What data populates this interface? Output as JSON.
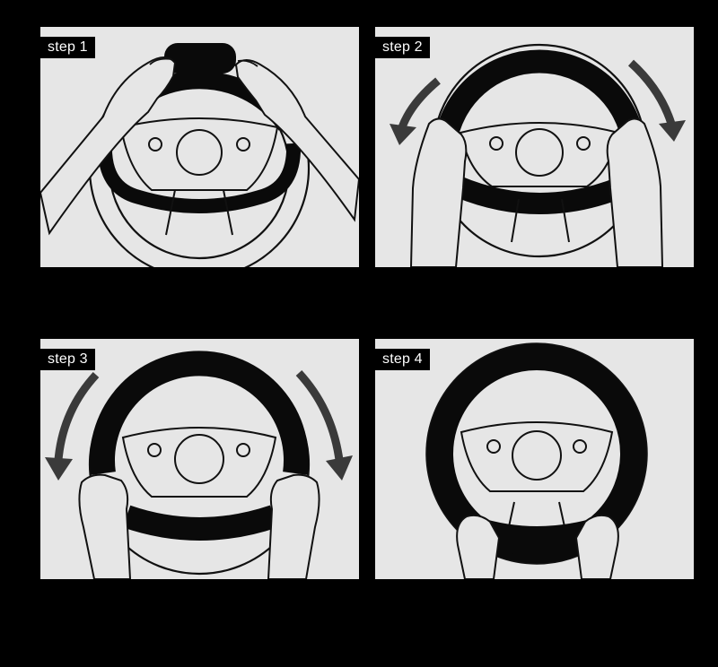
{
  "steps": [
    {
      "label": "step 1"
    },
    {
      "label": "step 2"
    },
    {
      "label": "step 3"
    },
    {
      "label": "step 4"
    }
  ],
  "colors": {
    "background": "#000000",
    "panel": "#e6e6e6",
    "line": "#111111",
    "cover": "#0a0a0a",
    "arrow": "#3a3a3a",
    "label_bg": "#000000",
    "label_text": "#ffffff"
  }
}
